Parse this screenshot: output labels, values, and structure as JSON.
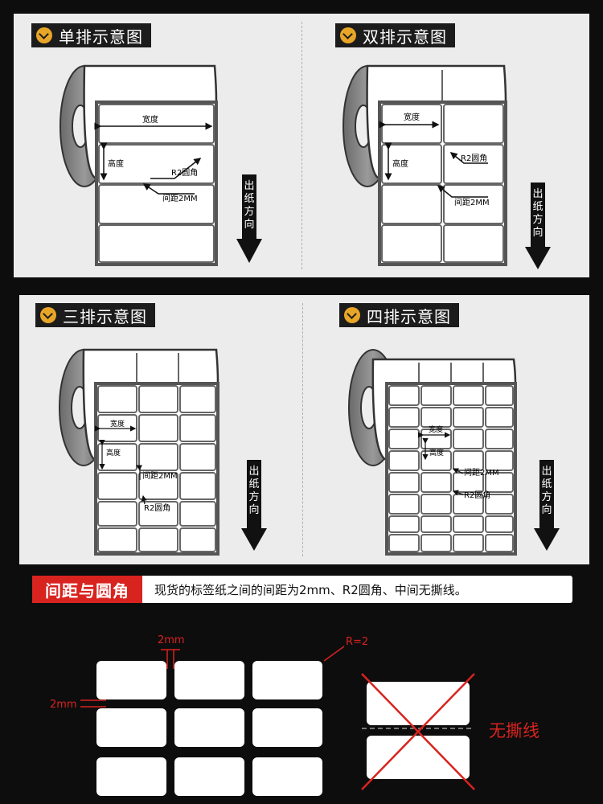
{
  "diagrams": {
    "single": {
      "title": "单排示意图"
    },
    "double": {
      "title": "双排示意图"
    },
    "triple": {
      "title": "三排示意图"
    },
    "quad": {
      "title": "四排示意图"
    }
  },
  "labels": {
    "width": "宽度",
    "height": "高度",
    "corner": "R2圆角",
    "gap": "间距2MM",
    "feed_direction": [
      "出",
      "纸",
      "方",
      "向"
    ]
  },
  "spacing_section": {
    "title": "间距与圆角",
    "description": "现货的标签纸之间的间距为2mm、R2圆角、中间无撕线。",
    "gap_top": "2mm",
    "gap_left": "2mm",
    "radius": "R=2",
    "no_tear_line": "无撕线"
  },
  "colors": {
    "accent_red": "#d8231f",
    "badge_icon": "#e8a628"
  }
}
